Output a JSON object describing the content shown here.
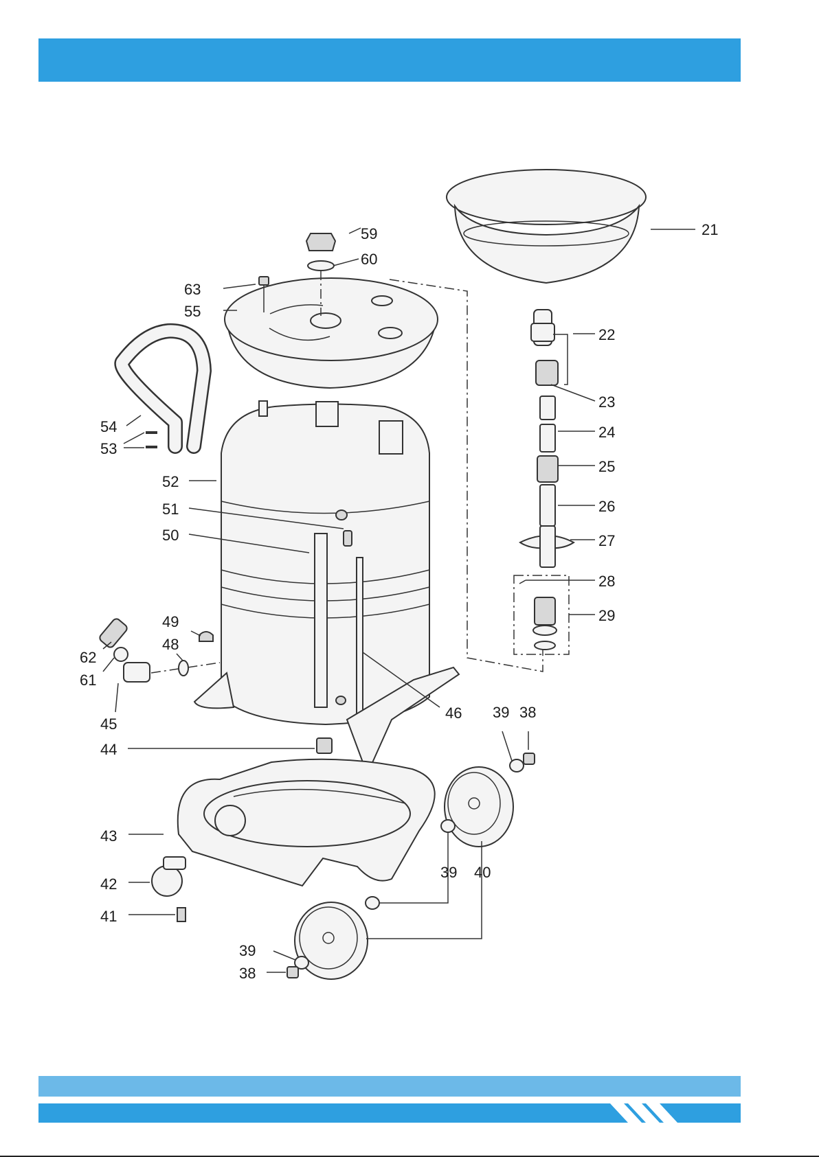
{
  "colors": {
    "band_dark": "#2e9fe0",
    "band_light": "#6cb9e8"
  },
  "labels": {
    "p21": "21",
    "p22": "22",
    "p23": "23",
    "p24": "24",
    "p25": "25",
    "p26": "26",
    "p27": "27",
    "p28": "28",
    "p29": "29",
    "p38a": "38",
    "p38b": "38",
    "p39a": "39",
    "p39b": "39",
    "p39c": "39",
    "p40": "40",
    "p41": "41",
    "p42": "42",
    "p43": "43",
    "p44": "44",
    "p45": "45",
    "p46": "46",
    "p48": "48",
    "p49": "49",
    "p50": "50",
    "p51": "51",
    "p52": "52",
    "p53": "53",
    "p54": "54",
    "p55": "55",
    "p59": "59",
    "p60": "60",
    "p61": "61",
    "p62": "62",
    "p63": "63"
  }
}
